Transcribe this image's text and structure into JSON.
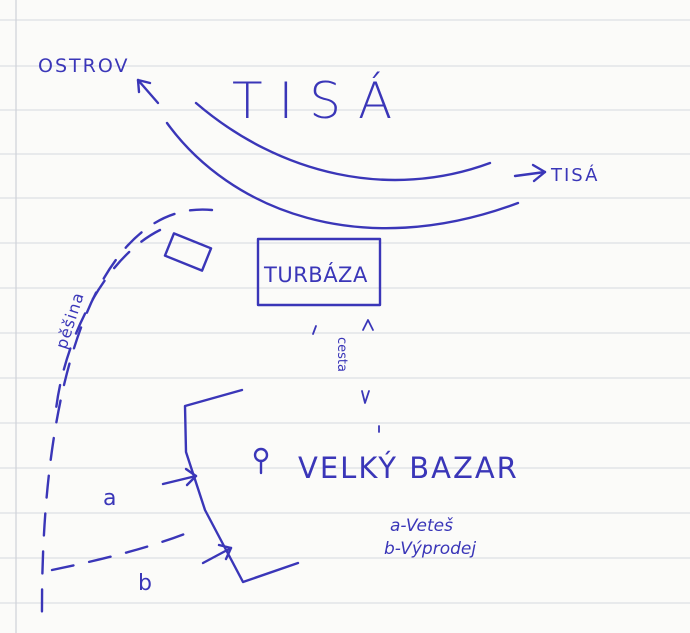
{
  "labels": {
    "ostrov": "OSTROV",
    "tisa_title": "TISÁ",
    "tisa_arrow": "TISÁ",
    "turbaza": "TURBÁZA",
    "cesta": "cesta",
    "pesina": "pěšina",
    "velky_bazar": "VELKÝ BAZAR",
    "a": "a",
    "b": "b",
    "legend_a": "a-Veteš",
    "legend_b": "b-Výprodej"
  },
  "colors": {
    "ink": "#3a36b8",
    "paper": "#fbfbf9",
    "rule": "#d6d9de"
  }
}
